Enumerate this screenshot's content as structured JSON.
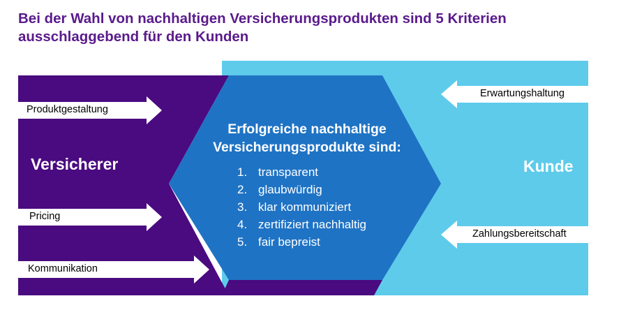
{
  "title": {
    "line1": "Bei der Wahl von nachhaltigen Versicherungsprodukten sind 5 Kriterien",
    "line2": "ausschlaggebend für den Kunden"
  },
  "left": {
    "label": "Versicherer",
    "color": "#4a0a80"
  },
  "right": {
    "label": "Kunde",
    "color": "#5ecbea"
  },
  "center": {
    "color": "#1f73c4",
    "heading_line1": "Erfolgreiche nachhaltige",
    "heading_line2": "Versicherungsprodukte sind:",
    "criteria": [
      {
        "num": "1.",
        "text": "transparent"
      },
      {
        "num": "2.",
        "text": "glaubwürdig"
      },
      {
        "num": "3.",
        "text": "klar kommuniziert"
      },
      {
        "num": "4.",
        "text": "zertifiziert nachhaltig"
      },
      {
        "num": "5.",
        "text": "fair bepreist"
      }
    ]
  },
  "left_arrows": [
    "Produktgestaltung",
    "Pricing",
    "Kommunikation"
  ],
  "right_arrows": [
    "Erwartungshaltung",
    "Zahlungsbereitschaft"
  ]
}
